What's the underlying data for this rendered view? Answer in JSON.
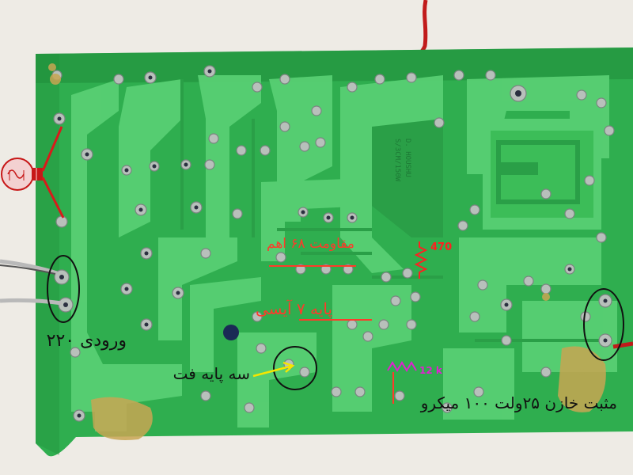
{
  "labels": {
    "input_220": "ورودی ۲۲۰",
    "resistor_68": "مقاومت ۶۸ اهم",
    "ic_7pin": "پایه ۷ آیسی",
    "fet_3pin": "سه پایه فت",
    "capacitor": "مثبت خازن ۲۵ولت ۱۰۰ میکرو",
    "r470": "470",
    "r12k": "12 k",
    "silk_text_1": "D. HOUSHU",
    "silk_text_2": "S/3CM/150W"
  },
  "colors": {
    "pcb": "#2fae4f",
    "trace": "#5fd37a",
    "annotation_red": "#ff3a2a",
    "annotation_magenta": "#e020d0",
    "bulb_red": "#d81b1b"
  },
  "icons": [
    "light-bulb-icon",
    "resistor-symbol-icon",
    "arrow-icon"
  ]
}
